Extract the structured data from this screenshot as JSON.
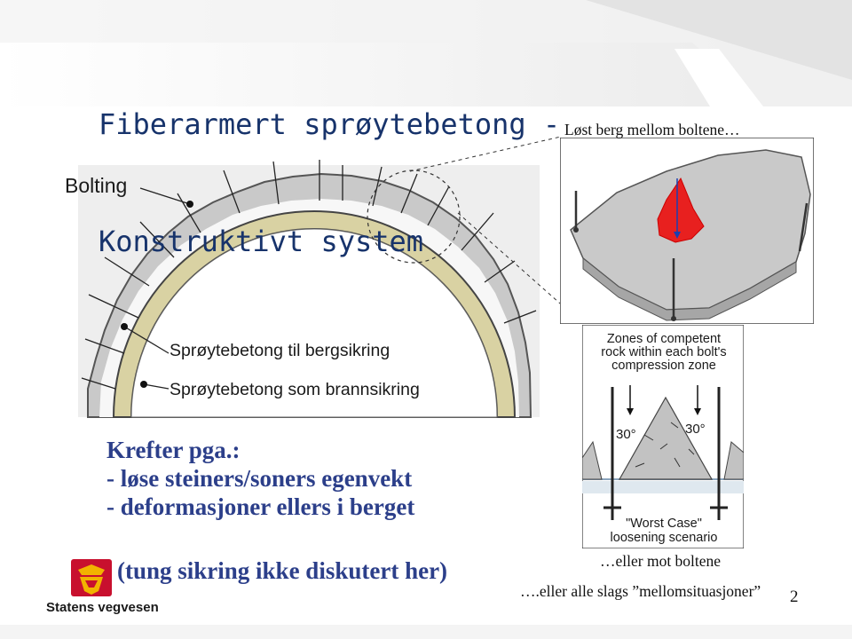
{
  "slide": {
    "title_line1": "Fiberarmert sprøytebetong -",
    "title_line2": "Konstruktivt system",
    "bolting_label": "Bolting",
    "top_caption": "Løst berg mellom boltene…",
    "layer_label_1": "Sprøytebetong til bergsikring",
    "layer_label_2": "Sprøytebetong som brannsikring",
    "forces_heading": "Krefter pga.:",
    "forces_items": [
      "- løse steiners/soners egenvekt",
      "- deformasjoner ellers i berget"
    ],
    "note": "(tung sikring ikke diskutert her)",
    "caption_bolts": "…eller mot boltene",
    "caption_mixed": "….eller alle slags ”mellomsituasjoner”",
    "page_number": "2"
  },
  "diagram": {
    "zones_line1": "Zones of competent",
    "zones_line2": "rock within each bolt's",
    "zones_line3": "compression zone",
    "angle_left": "30°",
    "angle_right": "30°",
    "worst_line1": "\"Worst Case\"",
    "worst_line2": "loosening scenario"
  },
  "logo": {
    "text": "Statens vegvesen"
  },
  "colors": {
    "title": "#17336b",
    "forces": "#2c3f8a",
    "concrete_layer": "#d9d2a3",
    "loose_block": "#e8201f",
    "logo_red": "#c8102e",
    "logo_gold": "#f2b300"
  }
}
